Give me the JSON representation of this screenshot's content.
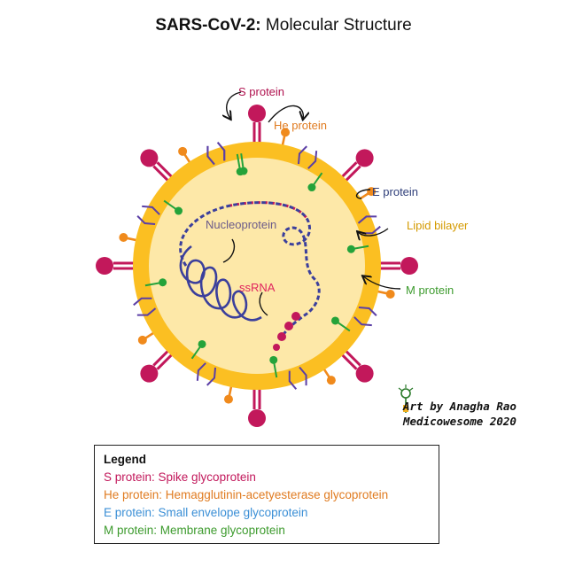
{
  "title": {
    "bold": "SARS-CoV-2:",
    "rest": " Molecular Structure"
  },
  "labels": {
    "s_protein": "S protein",
    "he_protein": "He protein",
    "e_protein": "E protein",
    "lipid_bilayer": "Lipid bilayer",
    "m_protein": "M protein",
    "nucleoprotein": "Nucleoprotein",
    "ssrna": "ssRNA"
  },
  "credit": {
    "line1": "Art by Anagha Rao",
    "line2": "Medicowesome 2020"
  },
  "legend": {
    "title": "Legend",
    "items": [
      {
        "text": "S protein: Spike glycoprotein",
        "color": "#c2185b"
      },
      {
        "text": "He protein: Hemagglutinin-acetyesterase glycoprotein",
        "color": "#e07b20"
      },
      {
        "text": "E protein: Small envelope glycoprotein",
        "color": "#3b8fd6"
      },
      {
        "text": "M protein: Membrane glycoprotein",
        "color": "#3d9b2e"
      }
    ]
  },
  "colors": {
    "spike": "#c2185b",
    "he": "#f08a1c",
    "m": "#24a33a",
    "envelope": "#5b3fa6",
    "bilayer": "#fbbf22",
    "interior": "#fde8a8",
    "rna": "#3b3f9c",
    "label_s": "#b0124f",
    "label_he": "#e07b20",
    "label_e": "#2f3f7a",
    "label_lipid": "#d49a00",
    "label_m": "#3d9b2e",
    "label_nucleo": "#6b5b8a",
    "label_ssrna": "#e0245e"
  }
}
